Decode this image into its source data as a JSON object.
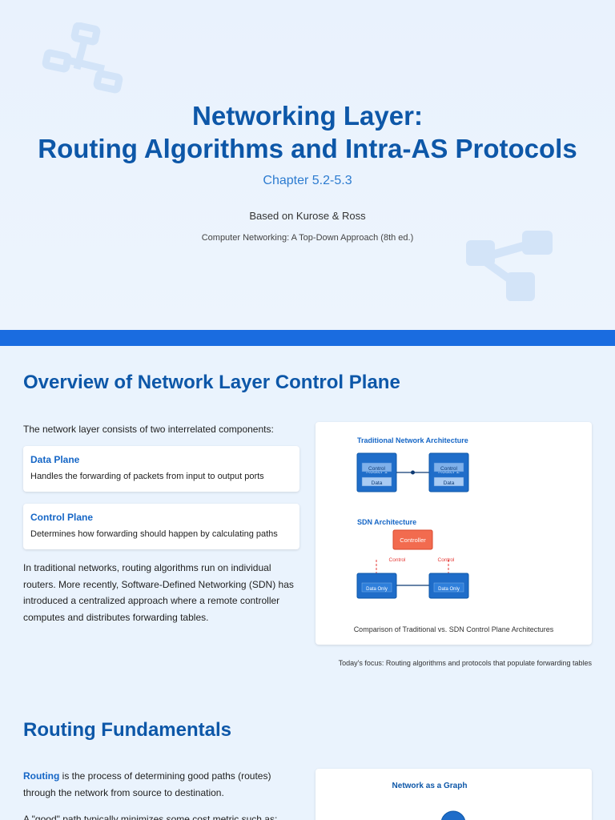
{
  "hero": {
    "title_line1": "Networking Layer:",
    "title_line2": "Routing Algorithms and Intra-AS Protocols",
    "chapter": "Chapter 5.2-5.3",
    "based_on": "Based on Kurose & Ross",
    "book": "Computer Networking: A Top-Down Approach (8th ed.)"
  },
  "overview": {
    "title": "Overview of Network Layer Control Plane",
    "intro": "The network layer consists of two interrelated components:",
    "cards": [
      {
        "title": "Data Plane",
        "desc": "Handles the forwarding of packets from input to output ports"
      },
      {
        "title": "Control Plane",
        "desc": "Determines how forwarding should happen by calculating paths"
      }
    ],
    "body": "In traditional networks, routing algorithms run on individual routers. More recently, Software-Defined Networking (SDN) has introduced a centralized approach where a remote controller computes and distributes forwarding tables.",
    "figure": {
      "traditional_title": "Traditional Network Architecture",
      "router1_label": "Router 1",
      "router2_label": "Router 2",
      "control_label": "Control",
      "data_label": "Data",
      "sdn_title": "SDN Architecture",
      "controller_label": "Controller",
      "control_link_label": "Control",
      "data_only_label": "Data Only",
      "caption": "Comparison of Traditional vs. SDN Control Plane Architectures"
    },
    "focus_note": "Today's focus: Routing algorithms and protocols that populate forwarding tables"
  },
  "fundamentals": {
    "title": "Routing Fundamentals",
    "routing_term": "Routing",
    "routing_def": " is the process of determining good paths (routes) through the network from source to destination.",
    "good_path": "A \"good\" path typically minimizes some cost metric such as:",
    "graph_title": "Network as a Graph"
  },
  "colors": {
    "accent": "#1a6ce0",
    "title": "#0d57a8",
    "router": "#1f6dc9",
    "controller": "#f26b4f"
  }
}
